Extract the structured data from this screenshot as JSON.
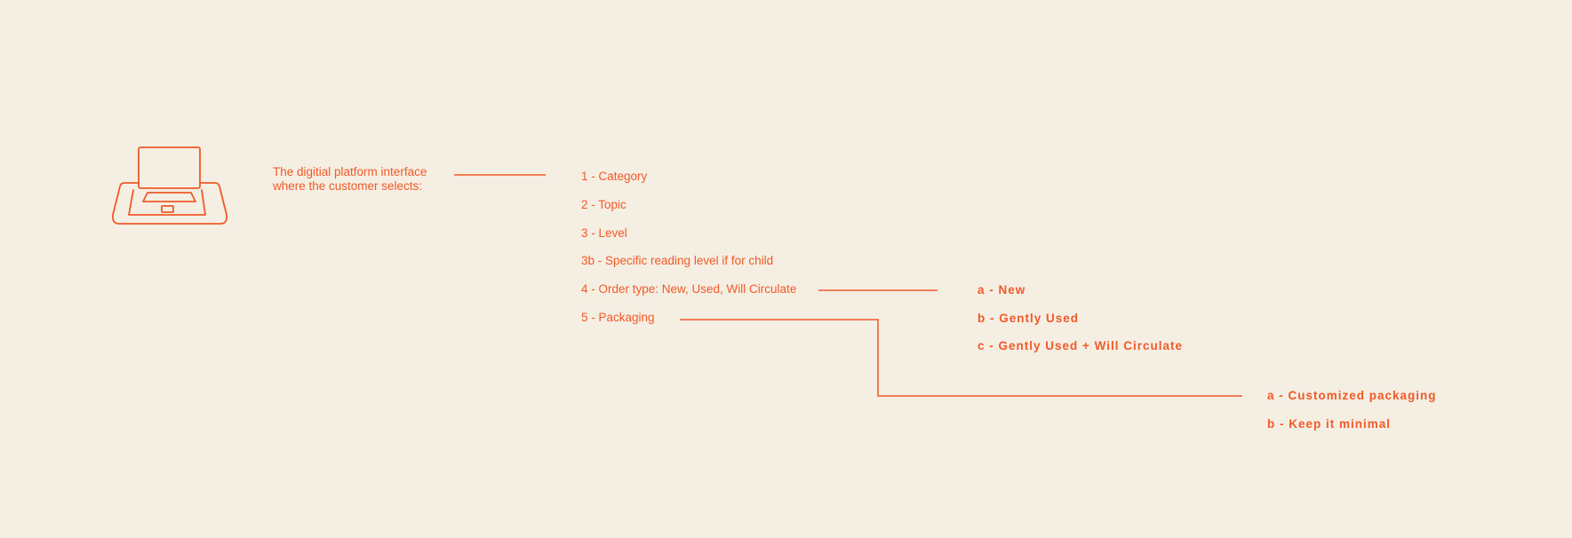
{
  "intro": {
    "line1": "The digitial platform interface",
    "line2": "where the customer selects:"
  },
  "steps": [
    "1 - Category",
    "2 - Topic",
    "3 - Level",
    "3b - Specific reading level if for child",
    "4 - Order type: New, Used, Will Circulate",
    "5 - Packaging"
  ],
  "order_options": [
    "a - New",
    "b - Gently Used",
    "c - Gently Used + Will Circulate"
  ],
  "packaging_options": [
    "a - Customized packaging",
    "b - Keep it minimal"
  ],
  "icons": {
    "device": "laptop-icon"
  },
  "colors": {
    "background": "#f5eee2",
    "accent": "#f05a28"
  }
}
